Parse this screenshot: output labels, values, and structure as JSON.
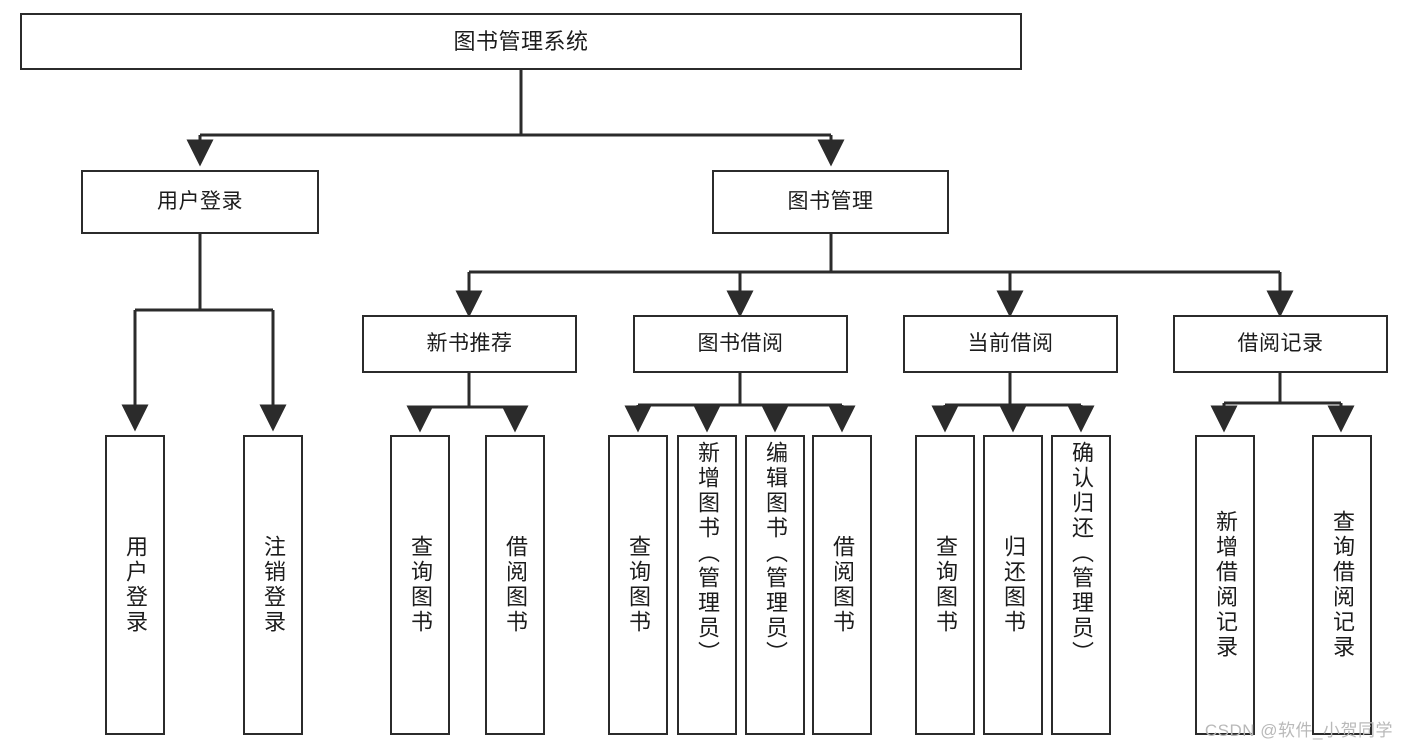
{
  "diagram": {
    "type": "tree",
    "title": "图书管理系统",
    "orientation": "top-down",
    "colors": {
      "box_border": "#2b2b2b",
      "box_fill": "#ffffff",
      "edge": "#2b2b2b",
      "text": "#1c1c1c",
      "watermark": "#b9b9b9"
    },
    "root": {
      "label": "图书管理系统"
    },
    "level1": [
      {
        "id": "user-login",
        "label": "用户登录"
      },
      {
        "id": "book-manage",
        "label": "图书管理"
      }
    ],
    "level2": [
      {
        "id": "new-book-rec",
        "label": "新书推荐"
      },
      {
        "id": "book-borrow",
        "label": "图书借阅"
      },
      {
        "id": "current-borrow",
        "label": "当前借阅"
      },
      {
        "id": "borrow-record",
        "label": "借阅记录"
      }
    ],
    "leaves": {
      "user_login": [
        {
          "id": "leaf-user-login",
          "label": "用户登录"
        },
        {
          "id": "leaf-logout-login",
          "label": "注销登录"
        }
      ],
      "new_book_rec": [
        {
          "id": "leaf-query-book-1",
          "label": "查询图书"
        },
        {
          "id": "leaf-borrow-book-1",
          "label": "借阅图书"
        }
      ],
      "book_borrow": [
        {
          "id": "leaf-query-book-2",
          "label": "查询图书"
        },
        {
          "id": "leaf-add-book",
          "label": "新增图书（管理员）"
        },
        {
          "id": "leaf-edit-book",
          "label": "编辑图书（管理员）"
        },
        {
          "id": "leaf-borrow-book-2",
          "label": "借阅图书"
        }
      ],
      "current_borrow": [
        {
          "id": "leaf-query-book-3",
          "label": "查询图书"
        },
        {
          "id": "leaf-return-book",
          "label": "归还图书"
        },
        {
          "id": "leaf-confirm-return",
          "label": "确认归还（管理员）"
        }
      ],
      "borrow_record": [
        {
          "id": "leaf-add-record",
          "label": "新增借阅记录"
        },
        {
          "id": "leaf-query-record",
          "label": "查询借阅记录"
        }
      ]
    }
  },
  "watermark": {
    "text": "CSDN @软件_小贺同学"
  }
}
